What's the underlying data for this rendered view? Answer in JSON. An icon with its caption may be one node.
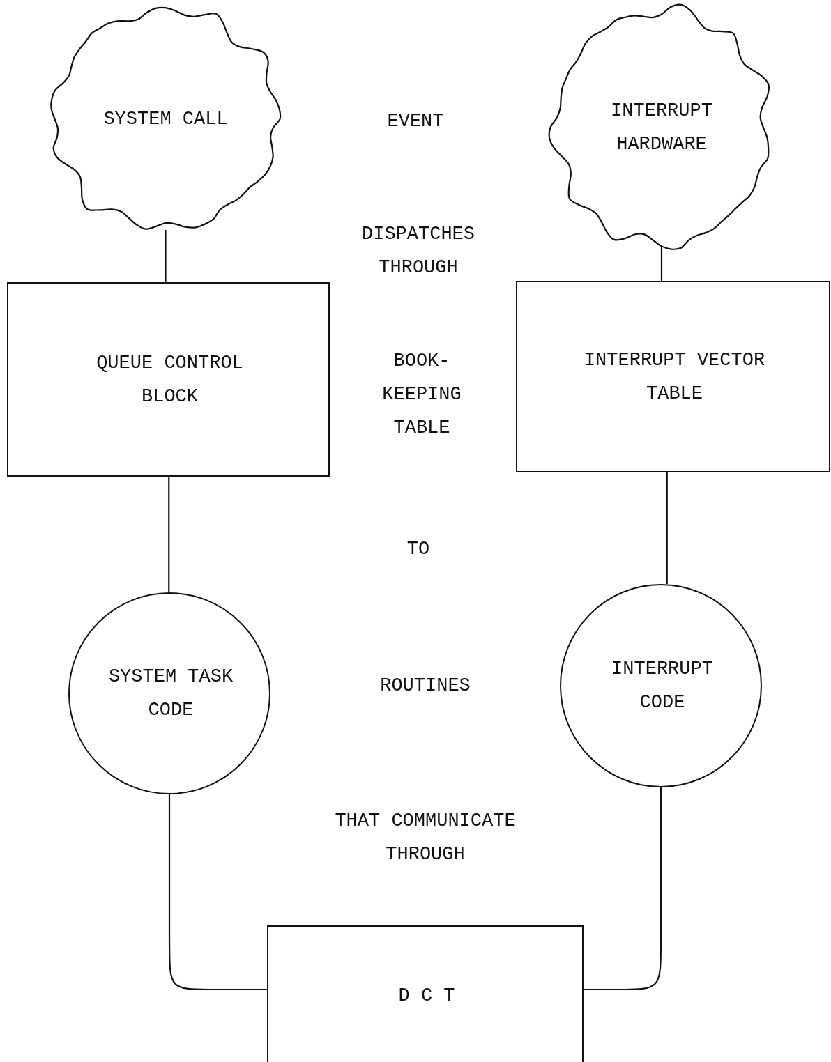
{
  "diagram": {
    "nodes": [
      {
        "text": [
          "SYSTEM CALL"
        ]
      },
      {
        "text": [
          "INTERRUPT HARDWARE"
        ]
      },
      {
        "text": [
          "QUEUE CONTROL BLOCK"
        ]
      },
      {
        "text": [
          "INTERRUPT VECTOR TABLE"
        ]
      },
      {
        "text": [
          "SYSTEM TASK CODE"
        ]
      },
      {
        "text": [
          "INTERRUPT CODE"
        ]
      },
      {
        "text": [
          "D C T"
        ]
      }
    ],
    "edges": [
      {
        "from": 0,
        "to": 2,
        "arrow": "none"
      },
      {
        "from": 1,
        "to": 3,
        "arrow": "none"
      },
      {
        "from": 2,
        "to": 4,
        "arrow": "none"
      },
      {
        "from": 3,
        "to": 5,
        "arrow": "none"
      },
      {
        "from": 4,
        "to": 6,
        "arrow": "none"
      },
      {
        "from": 5,
        "to": 6,
        "arrow": "none"
      }
    ],
    "labels": [
      "EVENT",
      "DISPATCHES THROUGH",
      "BOOK- KEEPING TABLE",
      "TO",
      "ROUTINES",
      "THAT COMMUNICATE THROUGH"
    ]
  }
}
